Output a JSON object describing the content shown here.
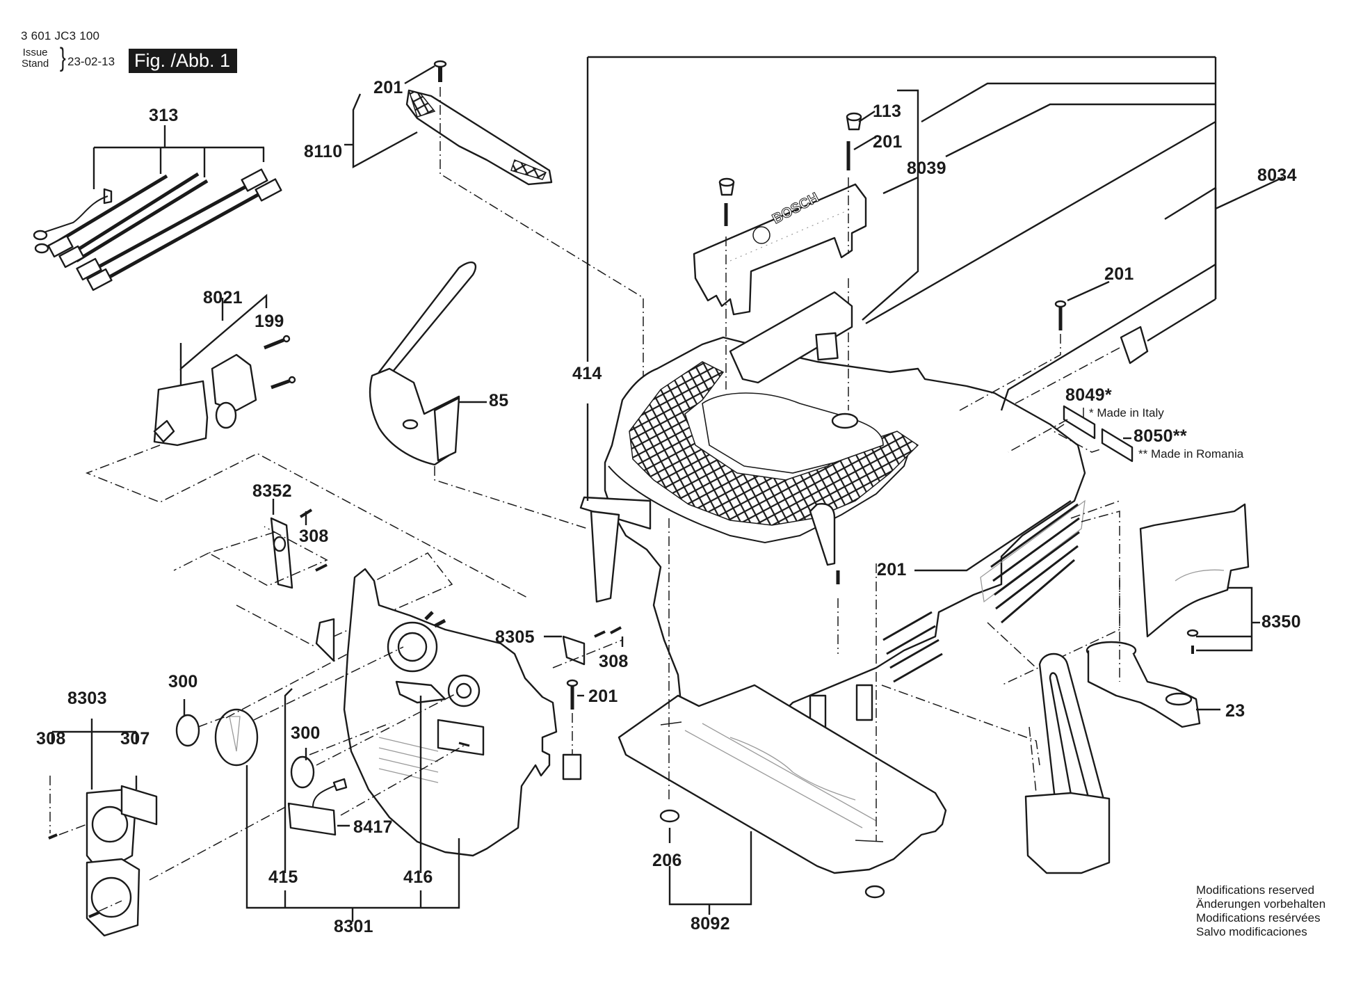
{
  "header": {
    "doc_number": "3 601 JC3 100",
    "issue_label_en": "Issue",
    "issue_label_de": "Stand",
    "issue_date": "23-02-13",
    "figure_label": "Fig. /Abb. 1"
  },
  "callouts": {
    "c313": "313",
    "c8021": "8021",
    "c199": "199",
    "c201_handle": "201",
    "c8110": "8110",
    "c85": "85",
    "c414": "414",
    "c113": "113",
    "c201_top": "201",
    "c8039": "8039",
    "c8034": "8034",
    "c201_right": "201",
    "c8049": "8049*",
    "c8050": "8050**",
    "c8352": "8352",
    "c308_a": "308",
    "c8305": "8305",
    "c308_b": "308",
    "c201_front": "201",
    "c201_body": "201",
    "c8350": "8350",
    "c23": "23",
    "c300_a": "300",
    "c300_b": "300",
    "c8303": "8303",
    "c308_c": "308",
    "c307": "307",
    "c8417": "8417",
    "c415": "415",
    "c416": "416",
    "c8301": "8301",
    "c206": "206",
    "c8092": "8092"
  },
  "notes": {
    "made_in_italy": "* Made in Italy",
    "made_in_romania": "** Made in Romania"
  },
  "footer": {
    "lines": [
      "Modifications reserved",
      "Änderungen vorbehalten",
      "Modifications resérvées",
      "Salvo modificaciones"
    ]
  },
  "logo_text": "BOSCH"
}
